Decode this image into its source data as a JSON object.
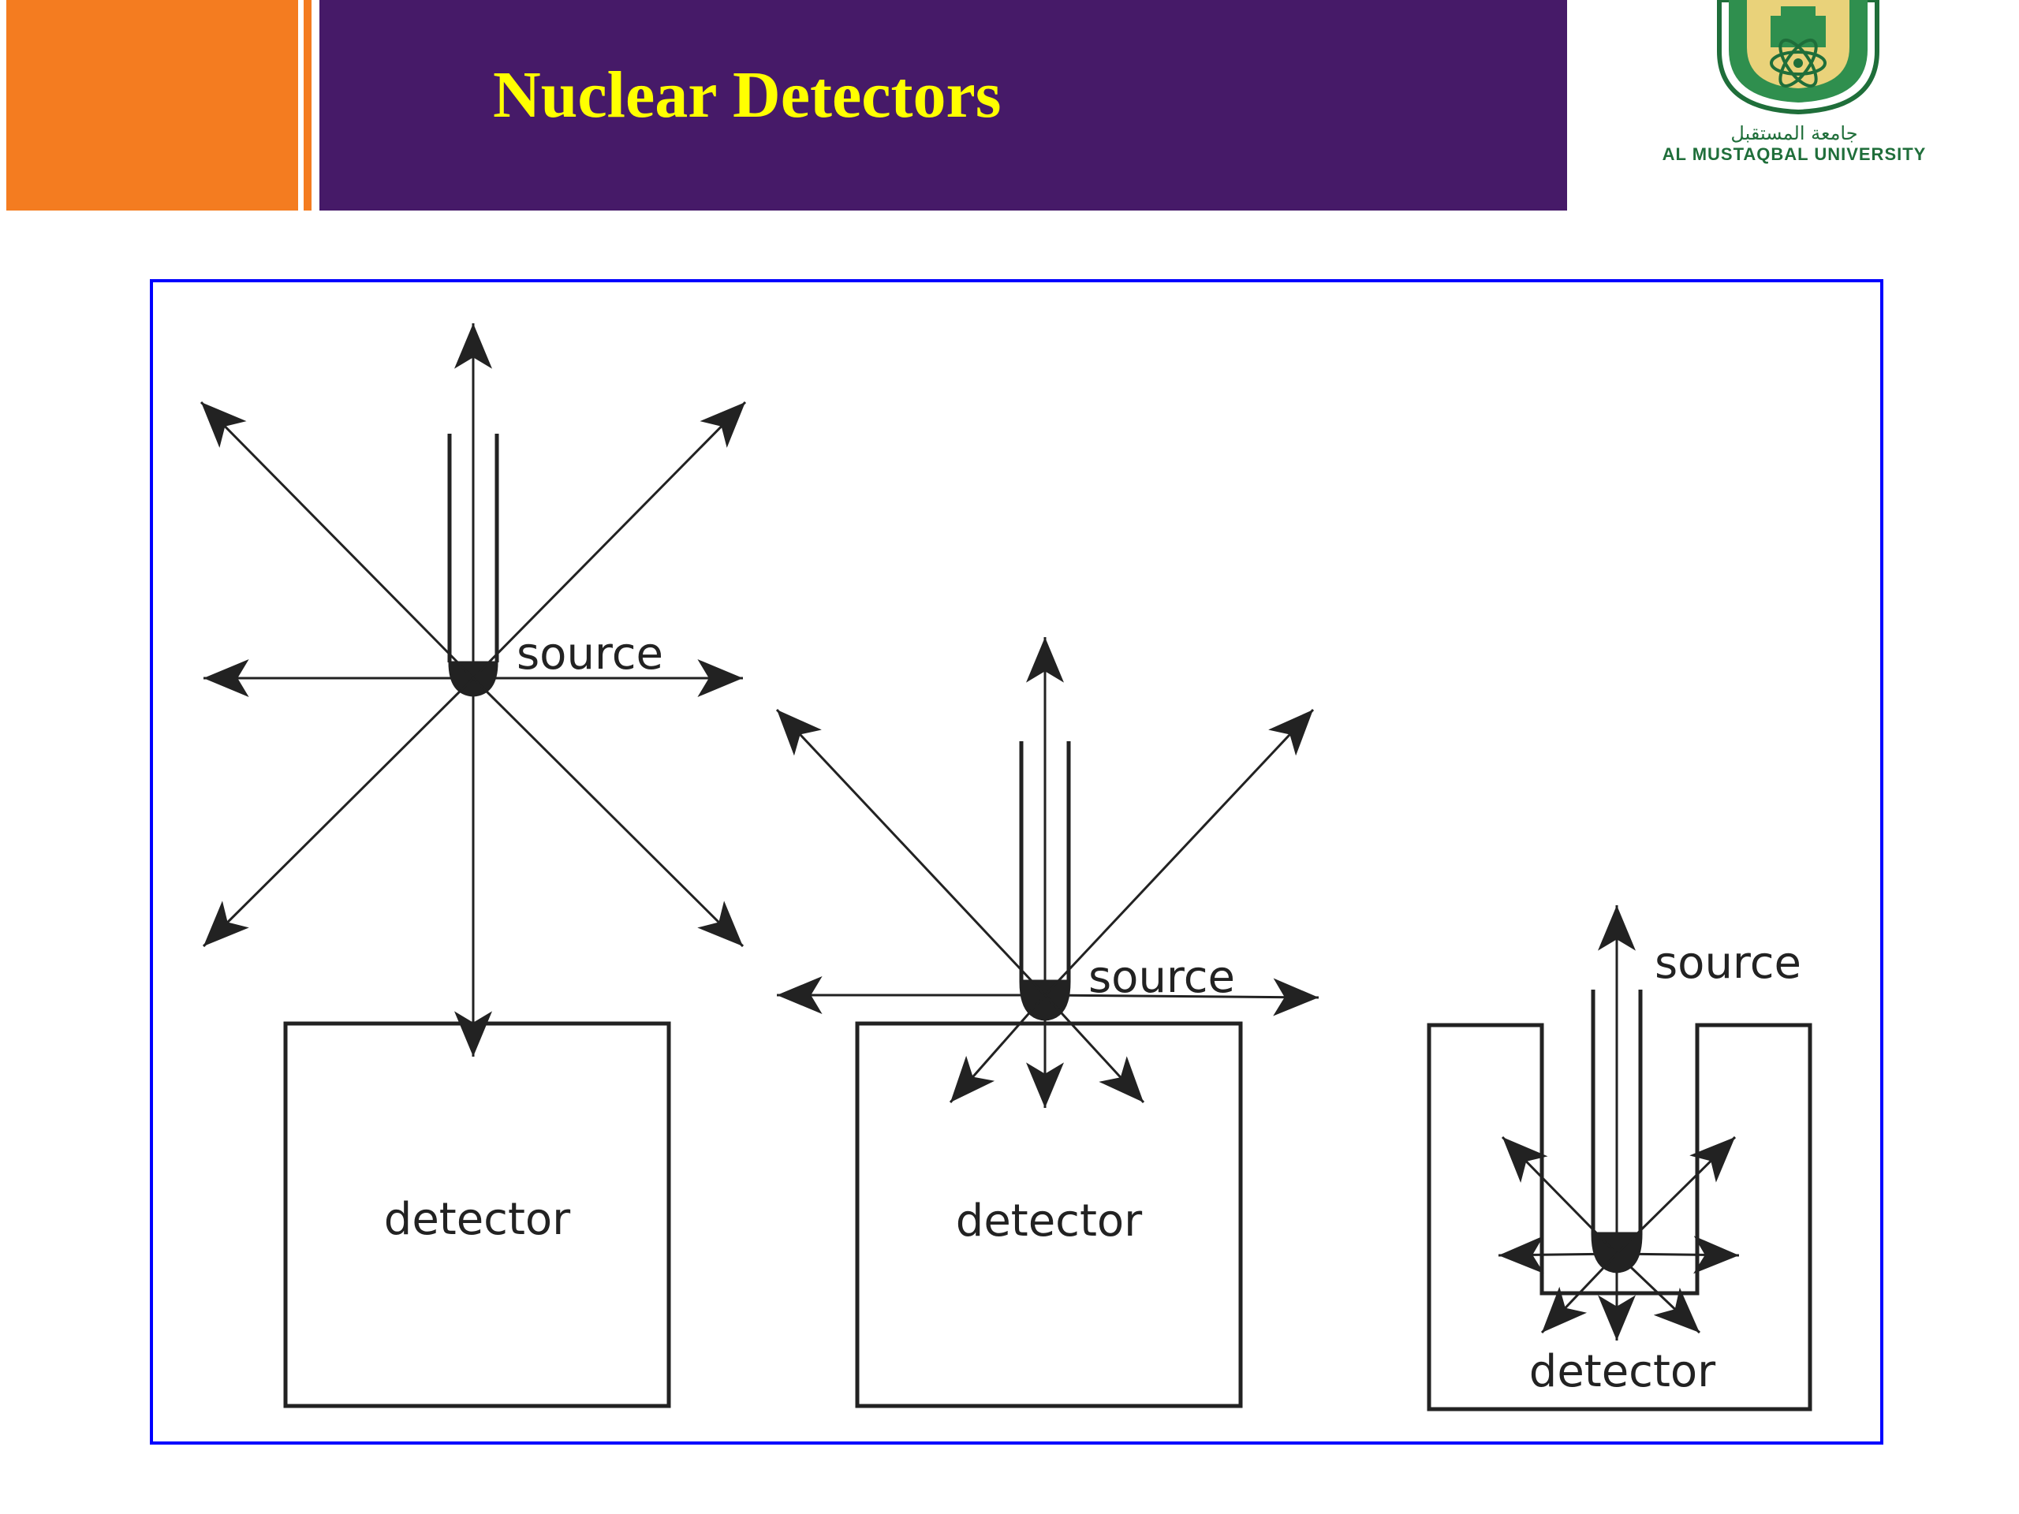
{
  "header": {
    "title": "Nuclear Detectors",
    "title_color": "#ffff00",
    "accent_orange": "#f47c20",
    "band_purple": "#461a68"
  },
  "logo": {
    "arabic_name": "جامعة المستقبل",
    "english_name": "AL MUSTAQBAL UNIVERSITY",
    "color": "#1f6e3a"
  },
  "diagram": {
    "frame_color": "#0000ff",
    "configurations": [
      {
        "source_label": "source",
        "detector_label": "detector"
      },
      {
        "source_label": "source",
        "detector_label": "detector"
      },
      {
        "source_label": "source",
        "detector_label": "detector"
      }
    ]
  }
}
